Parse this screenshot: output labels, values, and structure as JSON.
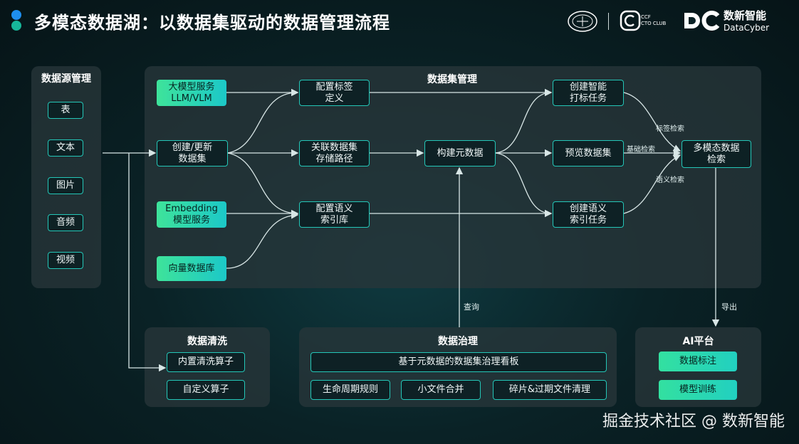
{
  "title": "多模态数据湖：以数据集驱动的数据管理流程",
  "logos": {
    "ccf_cto": "CCF CTO CLUB",
    "ccf_cto_short": "CCF",
    "ccf_cto_sub": "CTO CLUB",
    "datacyber_cn": "数新智能",
    "datacyber_en": "DataCyber"
  },
  "source_panel": {
    "title": "数据源管理",
    "items": [
      "表",
      "文本",
      "图片",
      "音频",
      "视频"
    ]
  },
  "dataset_panel": {
    "title": "数据集管理",
    "llm_service": [
      "大模型服务",
      "LLM/VLM"
    ],
    "create_update": [
      "创建/更新",
      "数据集"
    ],
    "embedding_service": [
      "Embedding",
      "模型服务"
    ],
    "vector_db": "向量数据库",
    "config_tags": [
      "配置标签",
      "定义"
    ],
    "link_storage": [
      "关联数据集",
      "存储路径"
    ],
    "config_semantic": [
      "配置语义",
      "索引库"
    ],
    "build_meta": "构建元数据",
    "smart_tag_task": [
      "创建智能",
      "打标任务"
    ],
    "preview_dataset": "预览数据集",
    "semantic_index_task": [
      "创建语义",
      "索引任务"
    ],
    "multimodal_search": [
      "多模态数据",
      "检索"
    ],
    "edge_tag_search": "标签检索",
    "edge_basic_search": "基础检索",
    "edge_semantic_search": "语义检索"
  },
  "edge_query": "查询",
  "edge_export": "导出",
  "cleaning_panel": {
    "title": "数据清洗",
    "items": [
      "内置清洗算子",
      "自定义算子"
    ]
  },
  "governance_panel": {
    "title": "数据治理",
    "dashboard": "基于元数据的数据集治理看板",
    "items": [
      "生命周期规则",
      "小文件合并",
      "碎片&过期文件清理"
    ]
  },
  "ai_panel": {
    "title": "AI平台",
    "items": [
      "数据标注",
      "模型训练"
    ]
  },
  "watermark": "掘金技术社区 @ 数新智能",
  "colors": {
    "accent_teal": "#24c7b8",
    "green_gradient_start": "#3ee39a",
    "green_gradient_end": "#1cc8c8",
    "edge_line": "#d8e6e6",
    "title_dot_blue": "#1e8ff0",
    "title_dot_green": "#17b79a"
  }
}
